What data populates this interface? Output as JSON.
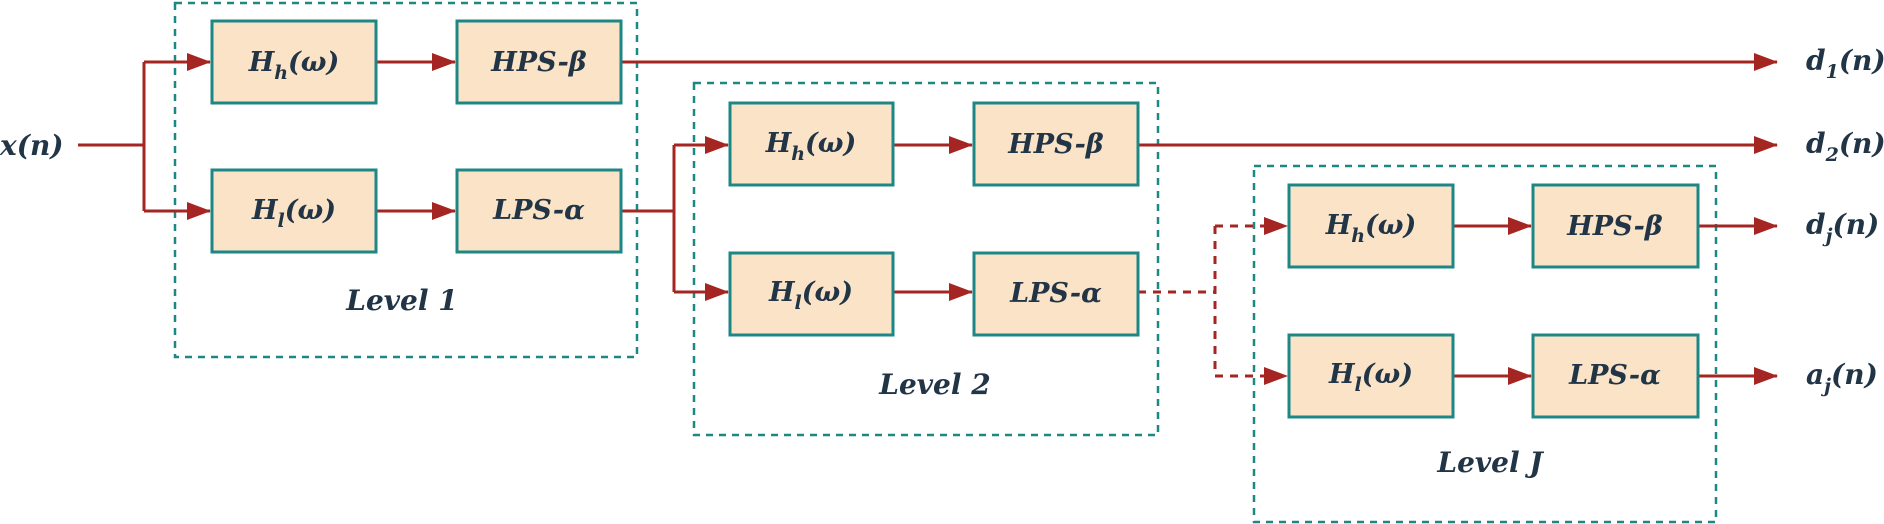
{
  "input": "x(n)",
  "outputs": {
    "d1": {
      "base": "d",
      "sub": "1",
      "tail": "(n)"
    },
    "d2": {
      "base": "d",
      "sub": "2",
      "tail": "(n)"
    },
    "dj": {
      "base": "d",
      "sub": "j",
      "tail": "(n)"
    },
    "aj": {
      "base": "a",
      "sub": "j",
      "tail": "(n)"
    }
  },
  "blocks": {
    "high_filter": {
      "base": "H",
      "sub": "h",
      "tail": "(ω)"
    },
    "low_filter": {
      "base": "H",
      "sub": "l",
      "tail": "(ω)"
    },
    "high_pass_shift": "HPS-β",
    "low_pass_shift": "LPS-α"
  },
  "levels": [
    "Level 1",
    "Level 2",
    "Level J"
  ],
  "colors": {
    "box_fill": "#fae3c6",
    "box_border": "#1c8785",
    "frame_border": "#1c8785",
    "arrow": "#a52522",
    "text": "#213547"
  }
}
